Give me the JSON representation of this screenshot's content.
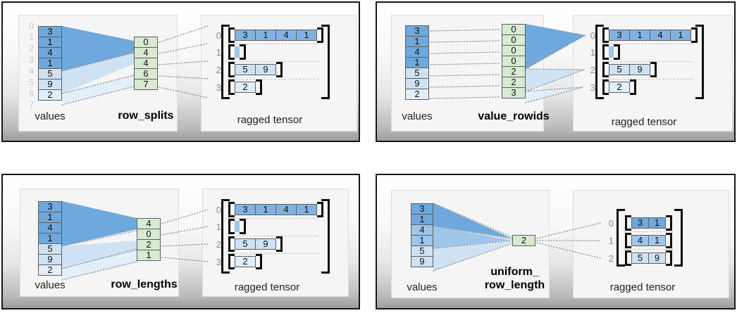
{
  "colors": {
    "cell_blue_dark": "#6fa8dc",
    "cell_blue_row0": "#83b2e1",
    "cell_blue_medium": "#9fc5e8",
    "cell_blue_light": "#cfe2f3",
    "cell_blue_faint": "#e2eefa",
    "param_green": "#d9ead3",
    "cell_border_gray": "#5e5e5e",
    "bracket_black": "#0d0d0d",
    "boundary_index_gray": "#c8c8c8",
    "row_label_gray": "#8c8c8c",
    "connector_gray": "#8a8a8a",
    "separator_gray": "#c3c3c3"
  },
  "panels": [
    {
      "title": "row_splits",
      "values_label": "values",
      "tensor_label": "ragged tensor",
      "boundary_indices": [
        "0",
        "1",
        "2",
        "3",
        "4",
        "5",
        "6",
        "7"
      ],
      "values": [
        "3",
        "1",
        "4",
        "1",
        "5",
        "9",
        "2"
      ],
      "param_values": [
        "0",
        "4",
        "4",
        "6",
        "7"
      ],
      "tensor_rows": [
        {
          "index": "0",
          "cells": [
            "3",
            "1",
            "4",
            "1"
          ]
        },
        {
          "index": "1",
          "cells": []
        },
        {
          "index": "2",
          "cells": [
            "5",
            "9"
          ]
        },
        {
          "index": "3",
          "cells": [
            "2"
          ]
        }
      ]
    },
    {
      "title": "value_rowids",
      "values_label": "values",
      "tensor_label": "ragged tensor",
      "values": [
        "3",
        "1",
        "4",
        "1",
        "5",
        "9",
        "2"
      ],
      "param_values": [
        "0",
        "0",
        "0",
        "0",
        "2",
        "2",
        "3"
      ],
      "tensor_rows": [
        {
          "index": "0",
          "cells": [
            "3",
            "1",
            "4",
            "1"
          ]
        },
        {
          "index": "1",
          "cells": []
        },
        {
          "index": "2",
          "cells": [
            "5",
            "9"
          ]
        },
        {
          "index": "3",
          "cells": [
            "2"
          ]
        }
      ]
    },
    {
      "title": "row_lengths",
      "values_label": "values",
      "tensor_label": "ragged tensor",
      "values": [
        "3",
        "1",
        "4",
        "1",
        "5",
        "9",
        "2"
      ],
      "param_values": [
        "4",
        "0",
        "2",
        "1"
      ],
      "tensor_rows": [
        {
          "index": "0",
          "cells": [
            "3",
            "1",
            "4",
            "1"
          ]
        },
        {
          "index": "1",
          "cells": []
        },
        {
          "index": "2",
          "cells": [
            "5",
            "9"
          ]
        },
        {
          "index": "3",
          "cells": [
            "2"
          ]
        }
      ]
    },
    {
      "title_line1": "uniform_",
      "title_line2": "row_length",
      "values_label": "values",
      "tensor_label": "ragged tensor",
      "values": [
        "3",
        "1",
        "4",
        "1",
        "5",
        "9"
      ],
      "param_values": [
        "2"
      ],
      "tensor_rows": [
        {
          "index": "0",
          "cells": [
            "3",
            "1"
          ]
        },
        {
          "index": "1",
          "cells": [
            "4",
            "1"
          ]
        },
        {
          "index": "2",
          "cells": [
            "5",
            "9"
          ]
        }
      ]
    }
  ]
}
